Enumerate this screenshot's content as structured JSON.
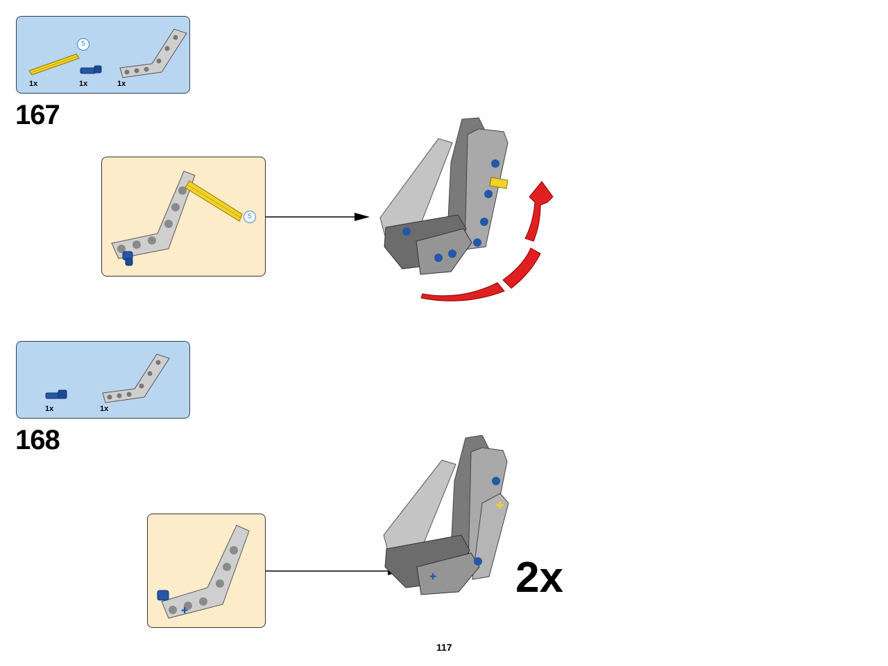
{
  "steps": [
    {
      "number": "167",
      "parts": [
        {
          "name": "axle",
          "qty": "1x",
          "length_badge": "5"
        },
        {
          "name": "pin",
          "qty": "1x"
        },
        {
          "name": "bent-beam",
          "qty": "1x"
        }
      ],
      "subassembly_badge": "5"
    },
    {
      "number": "168",
      "parts": [
        {
          "name": "pin",
          "qty": "1x"
        },
        {
          "name": "bent-beam",
          "qty": "1x"
        }
      ],
      "multiplier": "2x"
    }
  ],
  "page_number": "117",
  "colors": {
    "parts_box": "#b9d6f0",
    "subassembly_box": "#fcecc9",
    "beam_light": "#c9c9c9",
    "beam_dark": "#707070",
    "axle": "#f2d12a",
    "pin": "#2457a8",
    "rotation_arrow": "#e02020"
  }
}
